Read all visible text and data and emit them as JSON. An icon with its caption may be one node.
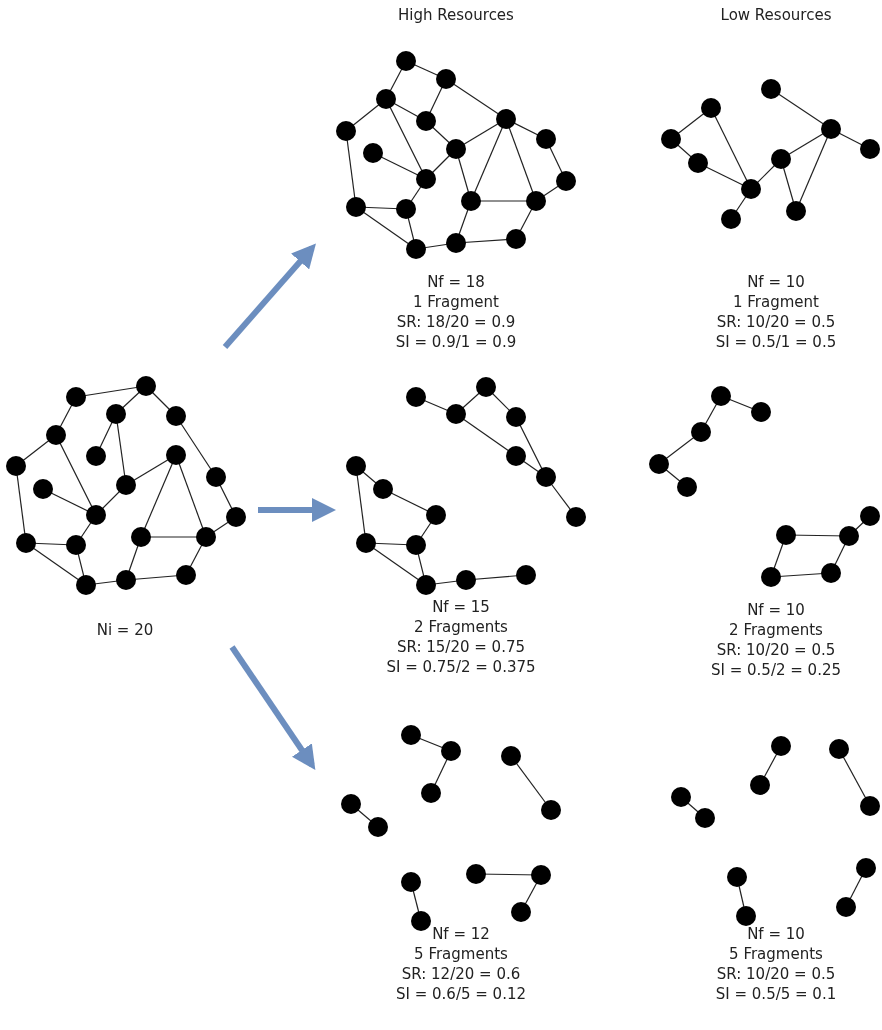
{
  "diagram": {
    "nodes": [
      {
        "text": [
          "Ni = 20"
        ]
      },
      {
        "text": [
          "Nf = 18",
          "1 Fragment",
          "SR: 18/20 = 0.9",
          "SI = 0.9/1 = 0.9"
        ]
      },
      {
        "text": [
          "Nf = 10",
          "1 Fragment",
          "SR: 10/20 = 0.5",
          "SI = 0.5/1 = 0.5"
        ]
      },
      {
        "text": [
          "Nf = 15",
          "2 Fragments",
          "SR: 15/20 = 0.75",
          "SI = 0.75/2 = 0.375"
        ]
      },
      {
        "text": [
          "Nf = 10",
          "2 Fragments",
          "SR: 10/20 = 0.5",
          "SI = 0.5/2 = 0.25"
        ]
      },
      {
        "text": [
          "Nf = 12",
          "5 Fragments",
          "SR: 12/20 = 0.6",
          "SI = 0.6/5 = 0.12"
        ]
      },
      {
        "text": [
          "Nf = 10",
          "5 Fragments",
          "SR: 10/20 = 0.5",
          "SI = 0.5/5 = 0.1"
        ]
      }
    ],
    "edges": [
      {
        "from": 0,
        "to": 1,
        "arrow": "to"
      },
      {
        "from": 0,
        "to": 3,
        "arrow": "to"
      },
      {
        "from": 0,
        "to": 5,
        "arrow": "to"
      }
    ],
    "labels": [
      "High Resources",
      "Low Resources"
    ]
  }
}
